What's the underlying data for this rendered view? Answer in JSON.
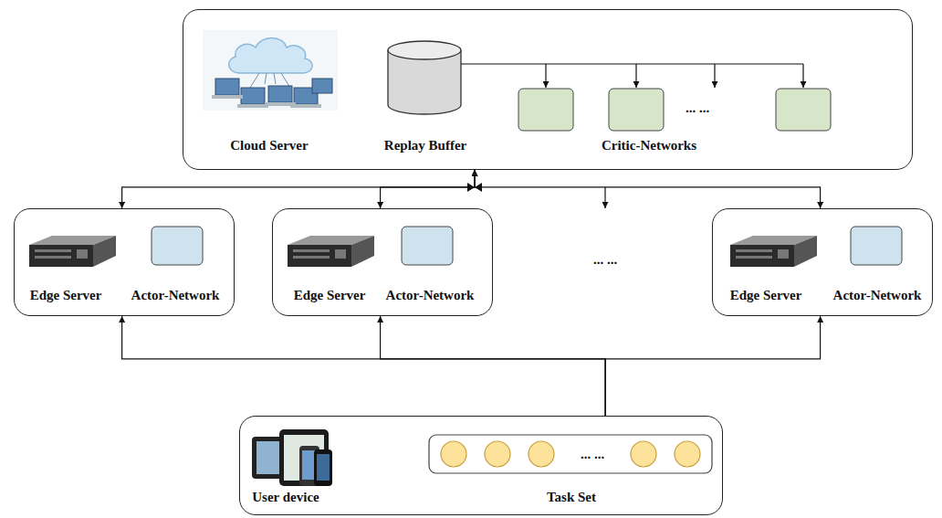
{
  "diagram": {
    "nodes": [
      {
        "text": [
          "Cloud Server",
          "Replay Buffer",
          "Critic-Networks"
        ]
      },
      {
        "text": [
          "Edge Server",
          "Actor-Network"
        ]
      },
      {
        "text": [
          "Edge Server",
          "Actor-Network"
        ]
      },
      {
        "text": [
          "Edge Server",
          "Actor-Network"
        ]
      },
      {
        "text": [
          "User device",
          "Task Set"
        ]
      }
    ],
    "edges": [
      {
        "from": 0,
        "to": 1,
        "arrow": "both"
      },
      {
        "from": 0,
        "to": 2,
        "arrow": "both"
      },
      {
        "from": 0,
        "to": 3,
        "arrow": "both"
      },
      {
        "from": 4,
        "to": 1,
        "arrow": "to"
      },
      {
        "from": 4,
        "to": 2,
        "arrow": "to"
      },
      {
        "from": 4,
        "to": 3,
        "arrow": "to"
      }
    ],
    "labels": [
      "... ...",
      "... ...",
      "... ..."
    ]
  }
}
